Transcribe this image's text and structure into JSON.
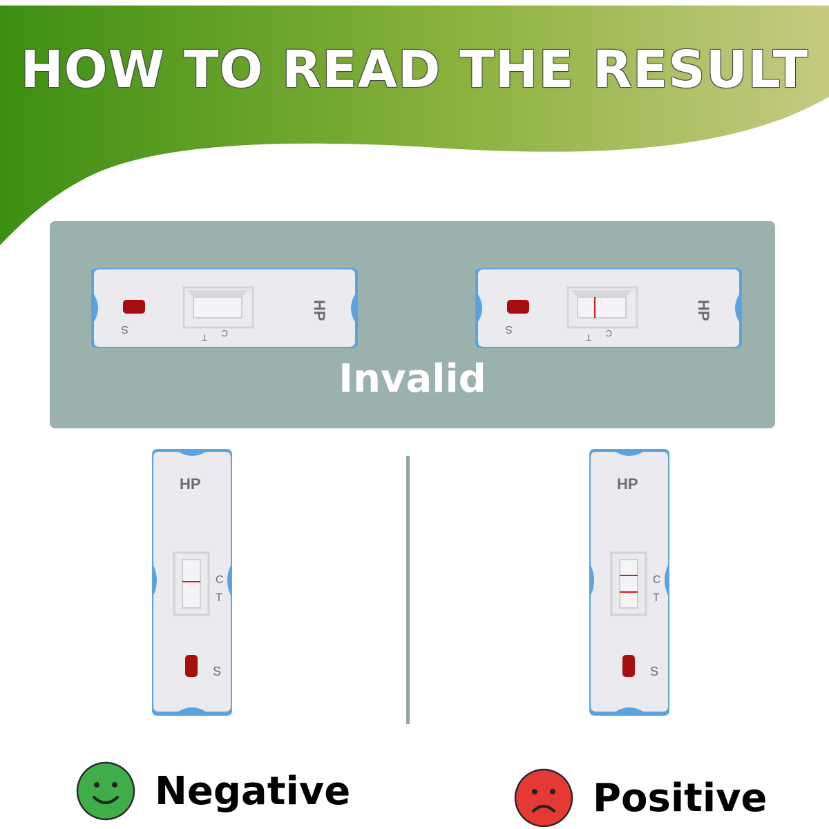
{
  "header": {
    "title": "HOW TO READ THE RESULT"
  },
  "invalid_panel": {
    "label": "Invalid"
  },
  "cassette": {
    "brand": "HP",
    "sample_mark": "S",
    "control_mark": "C",
    "test_mark": "T"
  },
  "results": {
    "negative": {
      "label": "Negative",
      "face": "smiley-face-icon",
      "color": "#3fae49"
    },
    "positive": {
      "label": "Positive",
      "face": "sad-face-icon",
      "color": "#e53935"
    }
  },
  "colors": {
    "banner_dark": "#3d8f12",
    "banner_light": "#c4c87e",
    "panel": "#9ab1ae",
    "line_red": "#d11a1a",
    "sample_red": "#a50f12"
  }
}
